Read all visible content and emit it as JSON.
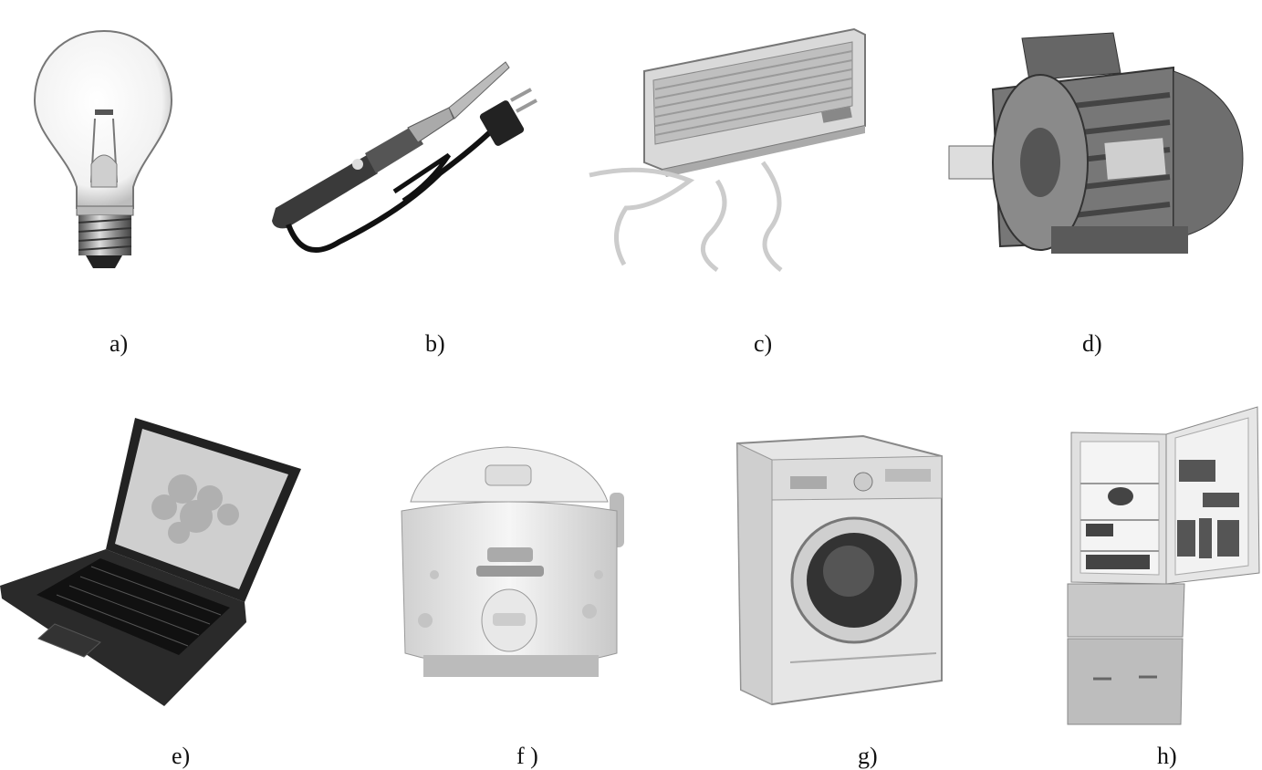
{
  "figure": {
    "items": [
      {
        "id": "a",
        "caption": "a)",
        "icon": "light-bulb-icon"
      },
      {
        "id": "b",
        "caption": "b)",
        "icon": "soldering-iron-icon"
      },
      {
        "id": "c",
        "caption": "c)",
        "icon": "air-conditioner-icon"
      },
      {
        "id": "d",
        "caption": "d)",
        "icon": "electric-motor-icon"
      },
      {
        "id": "e",
        "caption": "e)",
        "icon": "laptop-icon"
      },
      {
        "id": "f",
        "caption": "f )",
        "icon": "rice-cooker-icon"
      },
      {
        "id": "g",
        "caption": "g)",
        "icon": "washing-machine-icon"
      },
      {
        "id": "h",
        "caption": "h)",
        "icon": "refrigerator-icon"
      }
    ]
  }
}
